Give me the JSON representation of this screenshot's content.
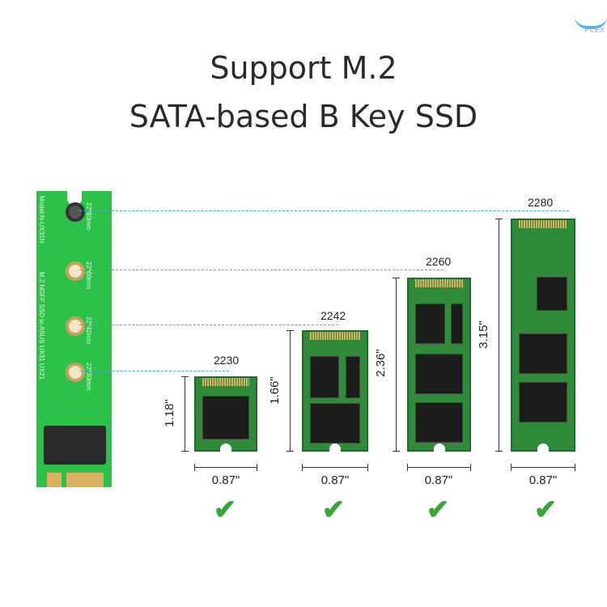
{
  "title": {
    "line1": "Support M.2",
    "line2": "SATA-based B Key SSD"
  },
  "watermark": "PCEX",
  "adapter": {
    "model_text": "Model:N-UX31N",
    "desc_text": "M.2 NGFF SSD to ASUS UX31 UX21",
    "hole_labels": [
      "22*80mm",
      "22*60mm",
      "22*42mm",
      "22*30mm"
    ]
  },
  "ssds": [
    {
      "size": "2230",
      "length": "1.18\"",
      "width": "0.87\"",
      "supported": true
    },
    {
      "size": "2242",
      "length": "1.66\"",
      "width": "0.87\"",
      "supported": true
    },
    {
      "size": "2260",
      "length": "2.36\"",
      "width": "0.87\"",
      "supported": true
    },
    {
      "size": "2280",
      "length": "3.15\"",
      "width": "0.87\"",
      "supported": true
    }
  ],
  "colors": {
    "pcb_adapter": "#2cc24a",
    "pcb_ssd": "#2f8a3a",
    "check": "#3aa63a",
    "guide": "#4aaccc"
  },
  "icons": {
    "check": "check-icon"
  }
}
